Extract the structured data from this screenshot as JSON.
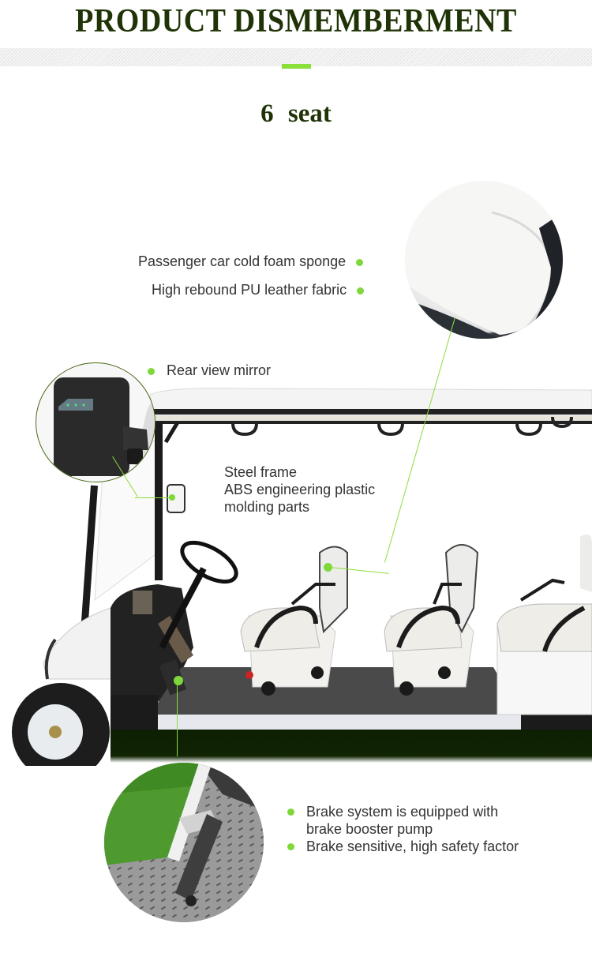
{
  "header": {
    "title": "PRODUCT DISMEMBERMENT",
    "subtitle": "6   seat"
  },
  "colors": {
    "title": "#1f3306",
    "accent": "#8adf3a",
    "bullet": "#7ed83a",
    "text": "#333333",
    "ground_shadow": "#102404"
  },
  "callouts": {
    "seat": {
      "lines": [
        "Passenger car cold foam sponge",
        "High rebound PU leather fabric"
      ],
      "image": "seat-cushion-closeup"
    },
    "mirror": {
      "label": "Rear view mirror",
      "image": "rear-view-mirror-closeup"
    },
    "frame": {
      "lines": [
        "Steel frame",
        "ABS engineering plastic",
        "molding parts"
      ]
    },
    "brake": {
      "items": [
        {
          "lines": [
            "Brake system is equipped with",
            "brake booster pump"
          ]
        },
        {
          "lines": [
            "Brake sensitive, high safety factor"
          ]
        }
      ],
      "image": "brake-pedal-closeup"
    }
  },
  "product": {
    "name": "6-seat electric golf cart",
    "image": "golf-cart-side-view"
  }
}
